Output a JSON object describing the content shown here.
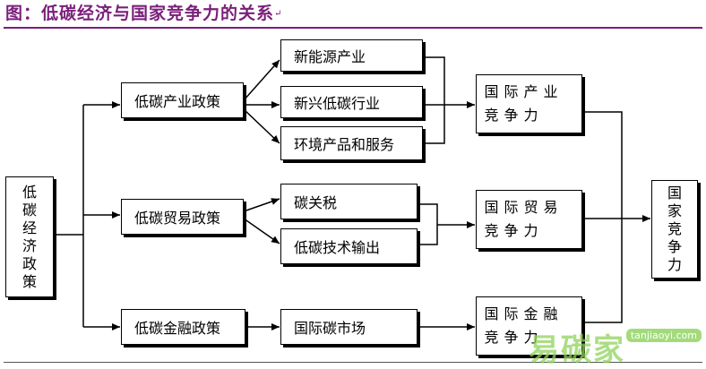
{
  "title": "图：低碳经济与国家竞争力的关系",
  "nodes": {
    "root": "低碳经济政策",
    "policy_industry": "低碳产业政策",
    "policy_trade": "低碳贸易政策",
    "policy_finance": "低碳金融政策",
    "new_energy": "新能源产业",
    "emerging_lowcarbon": "新兴低碳行业",
    "env_products": "环境产品和服务",
    "carbon_tariff": "碳关税",
    "tech_export": "低碳技术输出",
    "intl_carbon_market": "国际碳市场",
    "comp_industry": "国际产业竞争力",
    "comp_trade": "国际贸易竞争力",
    "comp_finance": "国际金融竞争力",
    "national": "国家竞争力"
  },
  "watermark": {
    "text": "易碳家",
    "url": "tanjiaoyi.com"
  }
}
